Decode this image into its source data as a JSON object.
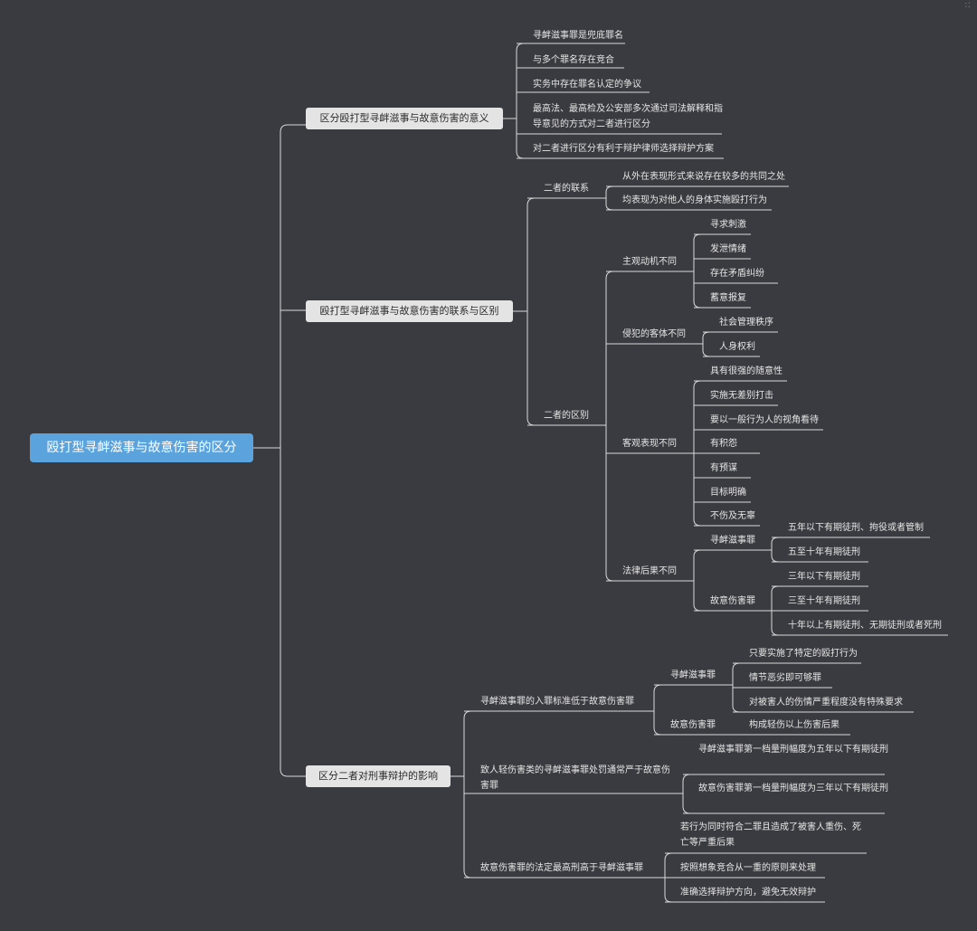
{
  "root": "殴打型寻衅滋事与故意伤害的区分",
  "branches": {
    "b1": "区分殴打型寻衅滋事与故意伤害的意义",
    "b2": "殴打型寻衅滋事与故意伤害的联系与区别",
    "b3": "区分二者对刑事辩护的影响"
  },
  "b1_items": [
    "寻衅滋事罪是兜底罪名",
    "与多个罪名存在竞合",
    "实务中存在罪名认定的争议",
    "最高法、最高检及公安部多次通过司法解释和指导意见的方式对二者进行区分",
    "对二者进行区分有利于辩护律师选择辩护方案"
  ],
  "b2": {
    "relation": {
      "label": "二者的联系",
      "items": [
        "从外在表现形式来说存在较多的共同之处",
        "均表现为对他人的身体实施殴打行为"
      ]
    },
    "difference": {
      "label": "二者的区别",
      "motive": {
        "label": "主观动机不同",
        "items": [
          "寻求刺激",
          "发泄情绪",
          "存在矛盾纠纷",
          "蓄意报复"
        ]
      },
      "object": {
        "label": "侵犯的客体不同",
        "items": [
          "社会管理秩序",
          "人身权利"
        ]
      },
      "behavior": {
        "label": "客观表现不同",
        "items": [
          "具有很强的随意性",
          "实施无差别打击",
          "要以一般行为人的视角看待",
          "有积怨",
          "有预谋",
          "目标明确",
          "不伤及无辜"
        ]
      },
      "legal": {
        "label": "法律后果不同",
        "xun": {
          "label": "寻衅滋事罪",
          "items": [
            "五年以下有期徒刑、拘役或者管制",
            "五至十年有期徒刑"
          ]
        },
        "gu": {
          "label": "故意伤害罪",
          "items": [
            "三年以下有期徒刑",
            "三至十年有期徒刑",
            "十年以上有期徒刑、无期徒刑或者死刑"
          ]
        }
      }
    }
  },
  "b3": {
    "c1": {
      "label": "寻衅滋事罪的入罪标准低于故意伤害罪",
      "xun": {
        "label": "寻衅滋事罪",
        "items": [
          "只要实施了特定的殴打行为",
          "情节恶劣即可够罪",
          "对被害人的伤情严重程度没有特殊要求"
        ]
      },
      "gu": {
        "label": "故意伤害罪",
        "items": [
          "构成轻伤以上伤害后果"
        ]
      }
    },
    "c2": {
      "label": "致人轻伤害类的寻衅滋事罪处罚通常严于故意伤害罪",
      "items": [
        "寻衅滋事罪第一档量刑幅度为五年以下有期徒刑",
        "故意伤害罪第一档量刑幅度为三年以下有期徒刑"
      ]
    },
    "c3": {
      "label": "故意伤害罪的法定最高刑高于寻衅滋事罪",
      "items": [
        "若行为同时符合二罪且造成了被害人重伤、死亡等严重后果",
        "按照想象竞合从一重的原则来处理",
        "准确选择辩护方向，避免无效辩护"
      ]
    }
  },
  "colors": {
    "background": "#3a3b40",
    "root": "#5aa3dc",
    "branch": "#e4e4e4",
    "line": "#d8d8d8",
    "text": "#e6e6e6"
  }
}
